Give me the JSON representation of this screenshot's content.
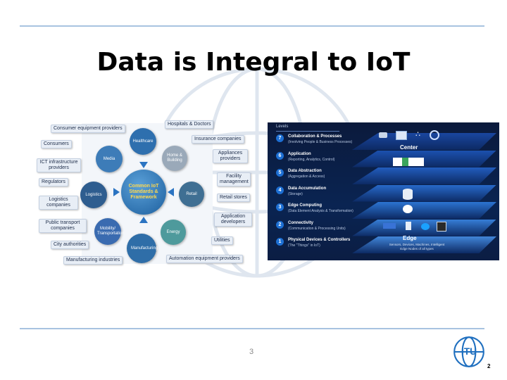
{
  "slide": {
    "title": "Data is Integral to IoT",
    "page_number": "3",
    "slide_number": "2",
    "accent": "#a8c3e0"
  },
  "left_diagram": {
    "stakeholders": [
      "Consumer equipment providers",
      "Hospitals & Doctors",
      "Insurance companies",
      "Consumers",
      "Appliances providers",
      "ICT infrastructure providers",
      "Facility management",
      "Regulators",
      "Retail stores",
      "Logistics companies",
      "Application developers",
      "Public transport companies",
      "Utilities",
      "City authorities",
      "Manufacturing industries",
      "Automation equipment providers"
    ],
    "center": "Common IoT Standards & Framework",
    "domains": [
      "Healthcare",
      "Home & Building",
      "Retail",
      "Energy",
      "Manufacturing",
      "Mobility/ Transportation",
      "Logistics",
      "Media"
    ]
  },
  "right_diagram": {
    "header": "Levels",
    "center_label": "Center",
    "edge_label": "Edge",
    "edge_sub": "Sensors, Devices, Machines, Intelligent Edge Nodes of all types",
    "layers": [
      {
        "num": "7",
        "title": "Collaboration & Processes",
        "sub": "(Involving People & Business Processes)"
      },
      {
        "num": "6",
        "title": "Application",
        "sub": "(Reporting, Analytics, Control)"
      },
      {
        "num": "5",
        "title": "Data Abstraction",
        "sub": "(Aggregation & Access)"
      },
      {
        "num": "4",
        "title": "Data Accumulation",
        "sub": "(Storage)"
      },
      {
        "num": "3",
        "title": "Edge Computing",
        "sub": "(Data Element Analysis & Transformation)"
      },
      {
        "num": "2",
        "title": "Connectivity",
        "sub": "(Communication & Processing Units)"
      },
      {
        "num": "1",
        "title": "Physical Devices & Controllers",
        "sub": "(The \"Things\" in IoT)"
      }
    ]
  }
}
